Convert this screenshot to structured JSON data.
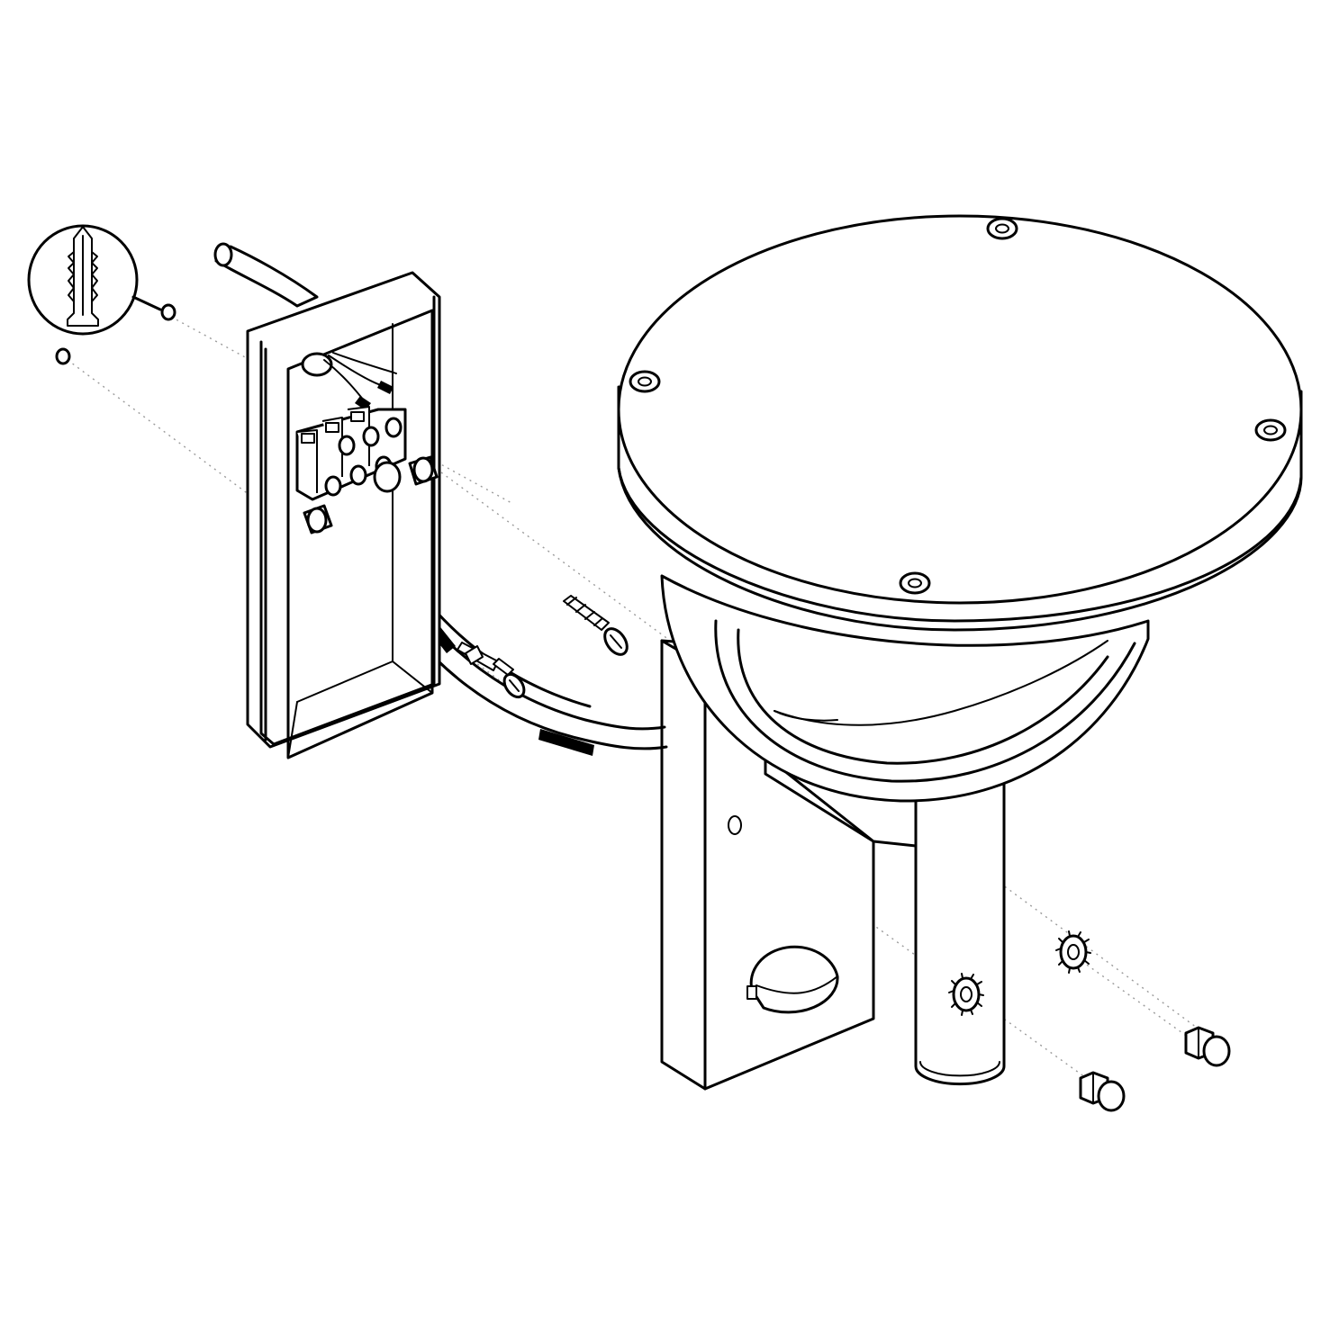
{
  "diagram": {
    "kind": "exploded-assembly-drawing",
    "palette": {
      "line": "#000000",
      "background": "#ffffff",
      "guide": "#9a9a9a"
    },
    "parts": [
      {
        "id": "wall-plug-detail",
        "icon": "wall-plug-icon"
      },
      {
        "id": "junction-box"
      },
      {
        "id": "power-cable"
      },
      {
        "id": "terminal-block"
      },
      {
        "id": "wood-screw",
        "count": 2
      },
      {
        "id": "wall-plug",
        "count": 2
      },
      {
        "id": "lamp-head"
      },
      {
        "id": "mounting-plate"
      },
      {
        "id": "motion-sensor"
      },
      {
        "id": "mounting-post"
      },
      {
        "id": "serrated-washer",
        "count": 2
      },
      {
        "id": "hex-cap-nut",
        "count": 2
      }
    ]
  }
}
